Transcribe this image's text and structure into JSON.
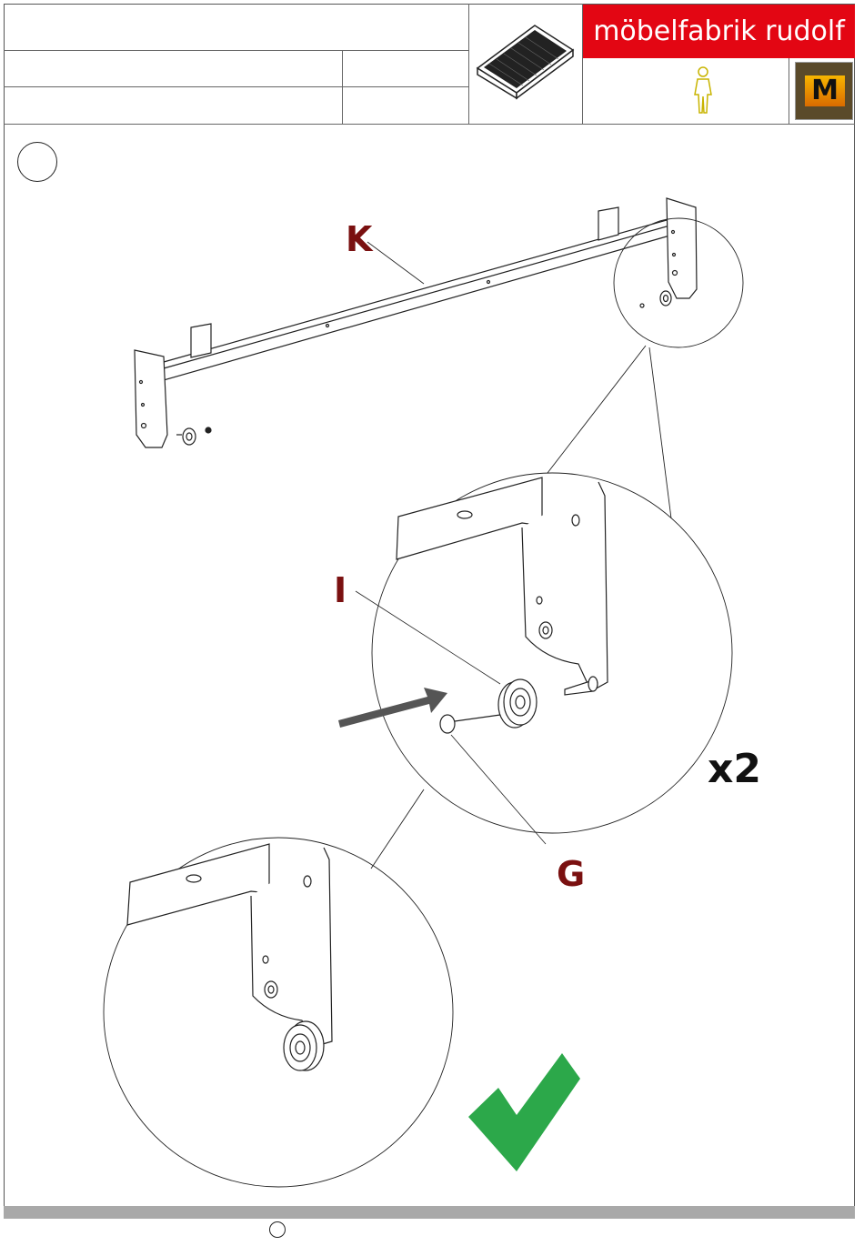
{
  "header": {
    "brand": "möbelfabrik rudolf"
  },
  "callouts": {
    "part_k": "K",
    "part_i": "I",
    "part_g": "G",
    "quantity": "x2"
  },
  "icons": {
    "product_thumbnail": "bed-frame-thumbnail-icon",
    "assembly_person": "single-person-icon",
    "quality_seal": "quality-seal-logo",
    "step_circle": "step-number-circle",
    "confirmation": "green-checkmark-icon",
    "direction_arrow": "insert-arrow-icon"
  },
  "colors": {
    "brand_red": "#e30613",
    "callout_red": "#7a1010",
    "check_green": "#2ca84a",
    "arrow_gray": "#555555",
    "person_icon": "#c8b400"
  }
}
